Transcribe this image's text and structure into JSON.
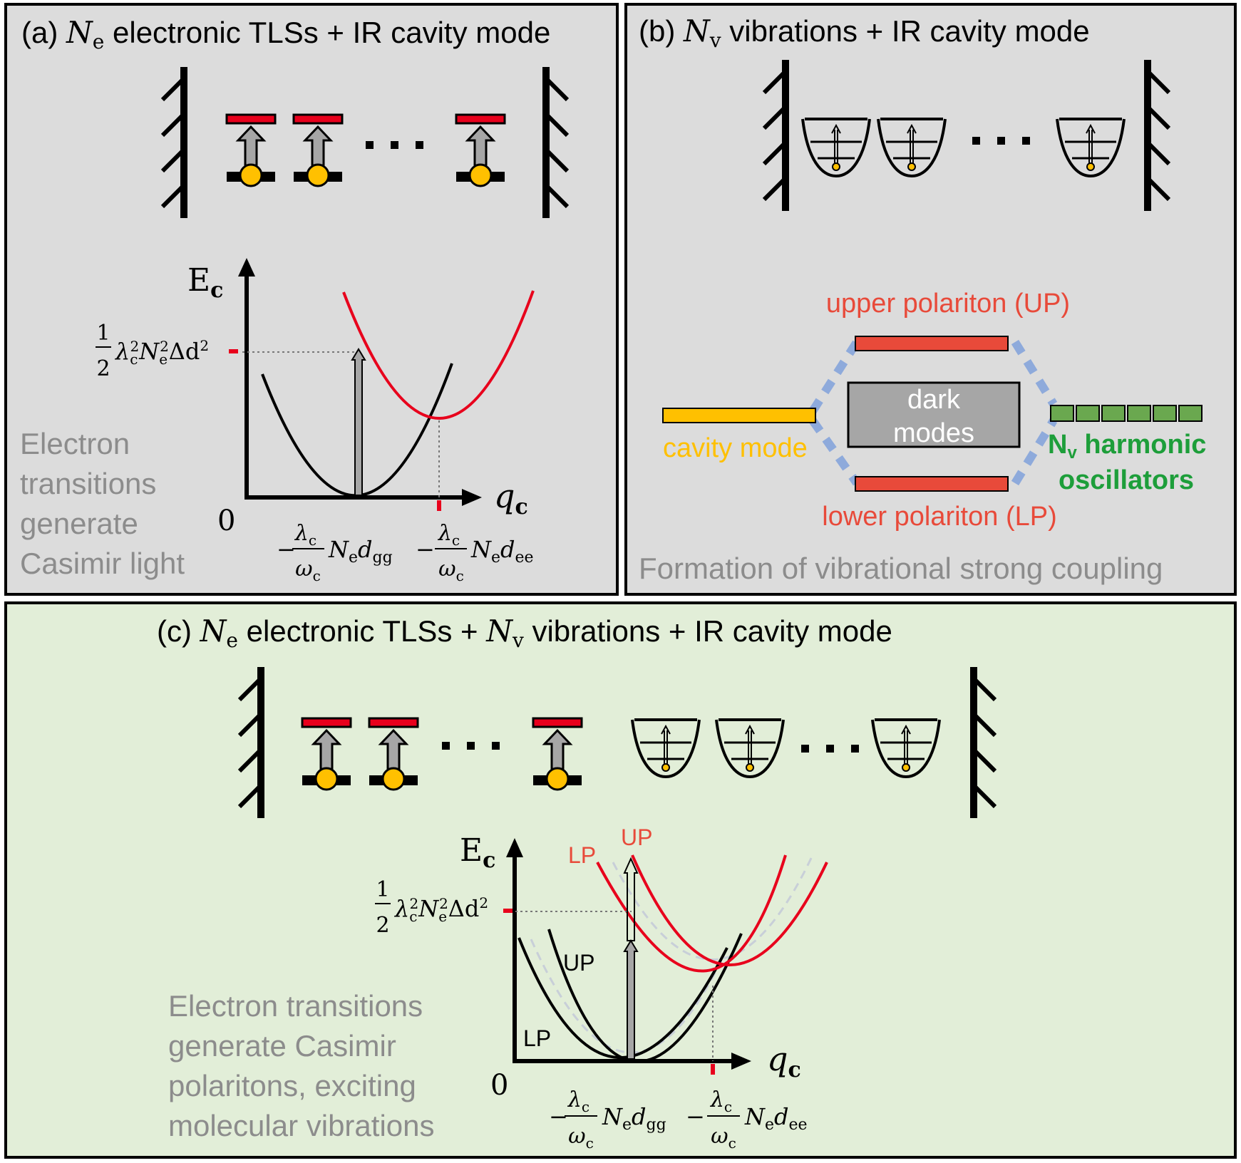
{
  "panel_a": {
    "label": "(a)",
    "sym": "N",
    "sub": "e",
    "rest": " electronic TLSs + IR cavity mode",
    "energy_label": "E",
    "energy_sub": "c",
    "coord_label": "q",
    "coord_sub": "c",
    "origin": "0",
    "caption_lines": [
      "Electron",
      "transitions",
      "generate",
      "Casimir light"
    ]
  },
  "panel_b": {
    "label": "(b)",
    "sym": "N",
    "sub": "v",
    "rest": " vibrations + IR cavity mode",
    "upper": "upper polariton (UP)",
    "lower": "lower polariton (LP)",
    "dark_line1": "dark",
    "dark_line2": "modes",
    "cavity": "cavity mode",
    "osc_sym": "N",
    "osc_sub": "v",
    "osc_rest": " harmonic",
    "osc_line2": "oscillators",
    "caption": "Formation of vibrational strong coupling"
  },
  "panel_c": {
    "label": "(c)",
    "sym1": "N",
    "sub1": "e",
    "mid": " electronic TLSs + ",
    "sym2": "N",
    "sub2": "v",
    "rest": " vibrations + IR cavity mode",
    "energy_label": "E",
    "energy_sub": "c",
    "coord_label": "q",
    "coord_sub": "c",
    "origin": "0",
    "lp_red": "LP",
    "up_red": "UP",
    "up_black": "UP",
    "lp_black": "LP",
    "caption_lines": [
      "Electron transitions",
      "generate Casimir",
      "polaritons, exciting",
      "molecular vibrations"
    ]
  },
  "math": {
    "half_num": "1",
    "half_den": "2",
    "lambda": "λ",
    "c": "c",
    "two": "2",
    "N": "N",
    "e": "e",
    "delta_d": "Δd",
    "minus": "−",
    "omega": "ω",
    "d": "d",
    "gg": "gg",
    "ee": "ee"
  },
  "colors": {
    "panel_bg": "#dcdcdc",
    "panel_c_bg": "#e2eed8",
    "red": "#e8001c",
    "polariton_red": "#e84a3a",
    "gold": "#ffc000",
    "green": "#1d9e3a",
    "green_fill": "#6aa84f",
    "blue_dash": "#8eaadb",
    "dark_box": "#a6a6a6",
    "grey_text": "#8c8c8c",
    "arrow_grey": "#a6a6a6"
  }
}
